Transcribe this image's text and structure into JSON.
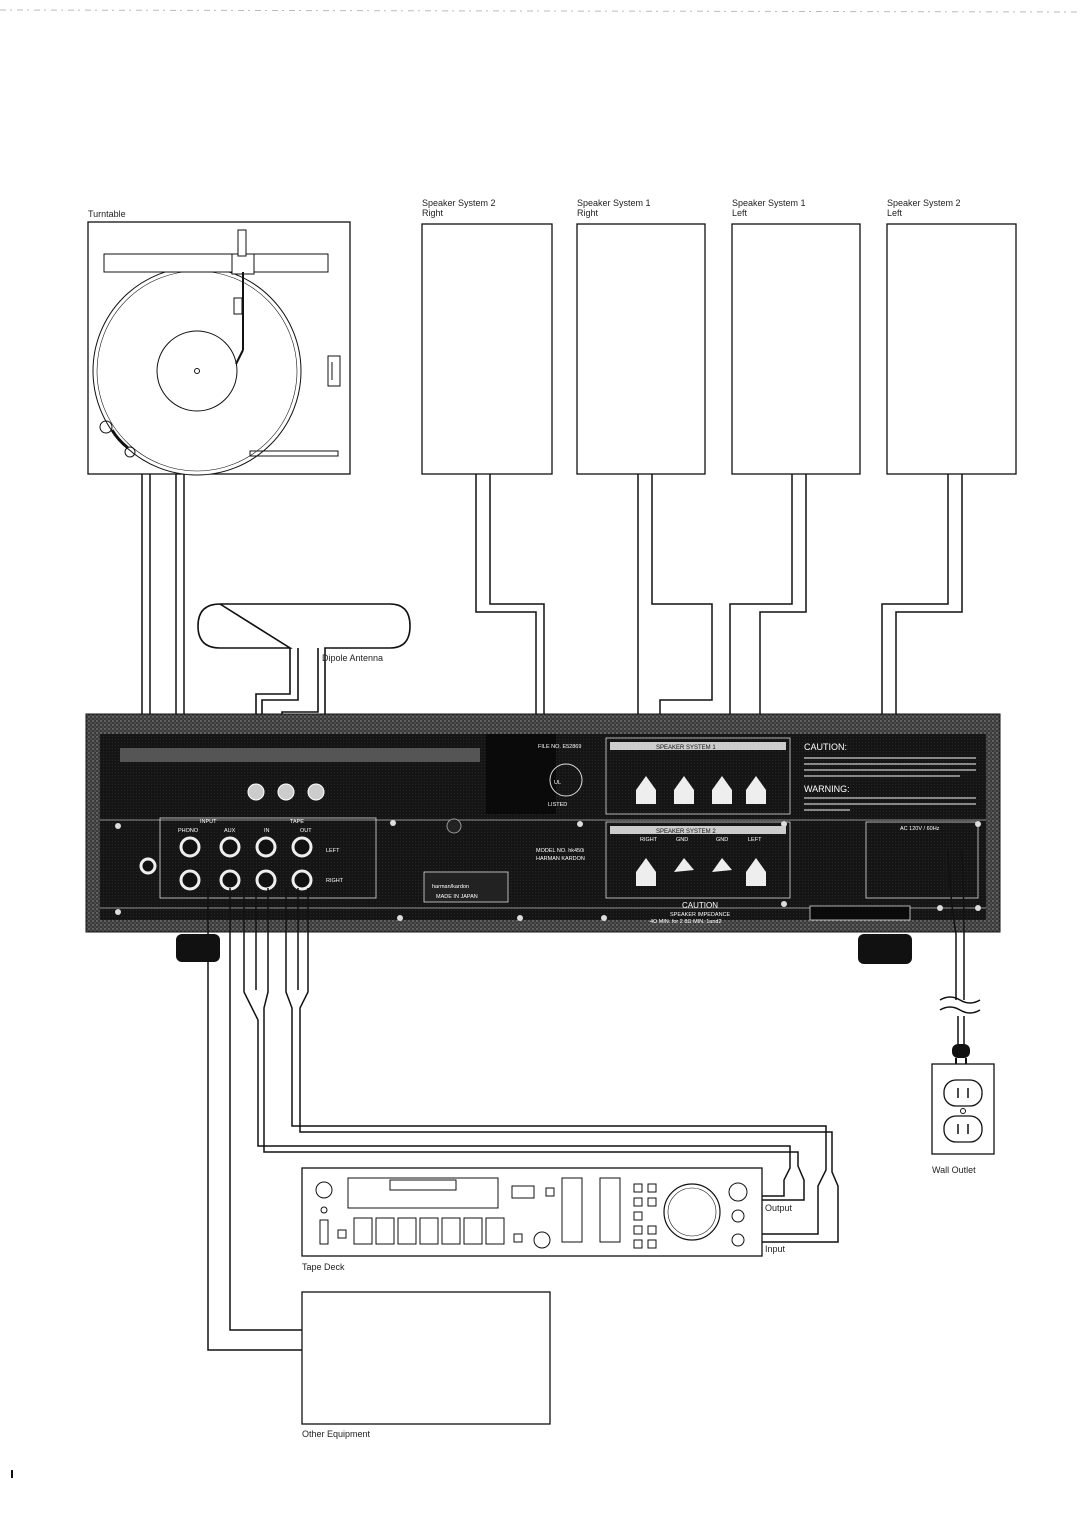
{
  "labels": {
    "turntable": "Turntable",
    "spk2_right": [
      "Speaker System 2",
      "Right"
    ],
    "spk1_right": [
      "Speaker System 1",
      "Right"
    ],
    "spk1_left": [
      "Speaker System 1",
      "Left"
    ],
    "spk2_left": [
      "Speaker System 2",
      "Left"
    ],
    "antenna": "Dipole Antenna",
    "wall_outlet": "Wall Outlet",
    "tape_deck": "Tape Deck",
    "output": "Output",
    "input": "Input",
    "other_equipment": "Other Equipment"
  },
  "panel": {
    "input_header": "INPUT",
    "tape_header": "TAPE",
    "phono": "PHONO",
    "aux": "AUX",
    "in": "IN",
    "out": "OUT",
    "left": "LEFT",
    "right": "RIGHT",
    "speaker_system_1": "SPEAKER SYSTEM 1",
    "speaker_system_2": "SPEAKER SYSTEM 2",
    "ss_cols": [
      "RIGHT",
      "GND",
      "GND",
      "LEFT"
    ],
    "caution_title": "CAUTION",
    "caution_line1": "SPEAKER IMPEDANCE",
    "caution_line2": "4Ω MIN. for 2   8Ω MIN. 1and2",
    "brand": "harman/kardon",
    "made_in": "MADE IN JAPAN",
    "model": "MODEL NO. hk450i",
    "maker": "HARMAN KARDON",
    "ul_file": "FILE NO. E52869",
    "ul_listed": "LISTED ",
    "warn_caution": "CAUTION:",
    "warn_warning": "WARNING:",
    "ac_rating": "AC 120V / 60Hz"
  },
  "colors": {
    "panel": "#2b2b2b",
    "panel_stipple": "#8a8a8a",
    "line": "#111111"
  }
}
